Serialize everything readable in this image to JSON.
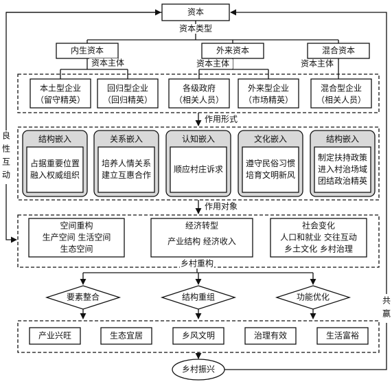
{
  "top": {
    "label": "资本"
  },
  "level_labels": {
    "capital_type": "资本类型",
    "capital_subject": "资本主体",
    "action_form": "作用形式",
    "action_object": "作用对象",
    "rural_restructure": "乡村重构"
  },
  "capital_types": [
    "内生资本",
    "外来资本",
    "混合资本"
  ],
  "subjects": [
    {
      "name": "本土型企业",
      "detail": "（留守精英）"
    },
    {
      "name": "回归型企业",
      "detail": "（回归精英）"
    },
    {
      "name": "各级政府",
      "detail": "（相关人员）"
    },
    {
      "name": "外来型企业",
      "detail": "（市场精英）"
    },
    {
      "name": "混合型企业",
      "detail": "（相关人员）"
    }
  ],
  "embeddings": [
    {
      "title": "结构嵌入",
      "lines": [
        "占据重要位置",
        "融入权威组织"
      ]
    },
    {
      "title": "关系嵌入",
      "lines": [
        "培养人情关系",
        "建立互惠合作"
      ]
    },
    {
      "title": "认知嵌入",
      "lines": [
        "顺应村庄诉求"
      ]
    },
    {
      "title": "文化嵌入",
      "lines": [
        "遵守民俗习惯",
        "培育文明新风"
      ]
    },
    {
      "title": "结构嵌入",
      "lines": [
        "制定扶持政策",
        "进入村治场域",
        "团结政治精英"
      ]
    }
  ],
  "objects": [
    {
      "title": "空间重构",
      "lines": [
        "生产空间  生活空间",
        "生态空间"
      ]
    },
    {
      "title": "经济转型",
      "lines": [
        "产业结构  经济收入"
      ]
    },
    {
      "title": "社会变化",
      "lines": [
        "人口和就业  交往互动",
        "乡土文化    乡村治理"
      ]
    }
  ],
  "processes": [
    "要素整合",
    "结构重组",
    "功能优化"
  ],
  "outcomes": [
    "产业兴旺",
    "生态宜居",
    "乡风文明",
    "治理有效",
    "生活富裕"
  ],
  "final": {
    "label": "乡村振兴"
  },
  "side_labels": {
    "left": "良性互动",
    "right": "共赢"
  },
  "colors": {
    "stroke": "#111111",
    "embed_fill": "#d9d9d9",
    "inner_fill": "#ffffff"
  }
}
